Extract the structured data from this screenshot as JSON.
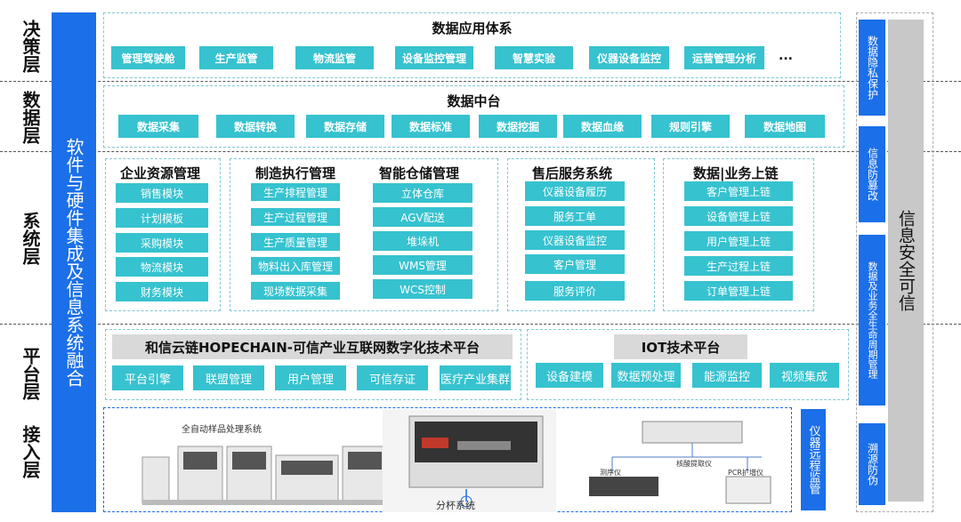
{
  "layers": {
    "decision": "决策层",
    "data": "数据层",
    "system": "系统层",
    "platform": "平台层",
    "access": "接入层"
  },
  "integration_bar": "软件与硬件集成及信息系统融合",
  "data_app": {
    "title": "数据应用体系",
    "items": [
      "管理驾驶舱",
      "生产监管",
      "物流监管",
      "设备监控管理",
      "智慧实验",
      "仪器设备监控",
      "运营管理分析"
    ],
    "more": "..."
  },
  "data_center": {
    "title": "数据中台",
    "items": [
      "数据采集",
      "数据转换",
      "数据存储",
      "数据标准",
      "数据挖掘",
      "数据血缘",
      "规则引擎",
      "数据地图"
    ]
  },
  "systems": {
    "erp": {
      "title": "企业资源管理",
      "items": [
        "销售模块",
        "计划模板",
        "采购模块",
        "物流模块",
        "财务模块"
      ]
    },
    "mes": {
      "title": "制造执行管理",
      "items": [
        "生产排程管理",
        "生产过程管理",
        "生产质量管理",
        "物料出入库管理",
        "现场数据采集"
      ]
    },
    "wms": {
      "title": "智能仓储管理",
      "items": [
        "立体仓库",
        "AGV配送",
        "堆垛机",
        "WMS管理",
        "WCS控制"
      ]
    },
    "after_sales": {
      "title": "售后服务系统",
      "items": [
        "仪器设备履历",
        "服务工单",
        "仪器设备监控",
        "客户管理",
        "服务评价"
      ]
    },
    "chain": {
      "title": "数据|业务上链",
      "items": [
        "客户管理上链",
        "设备管理上链",
        "用户管理上链",
        "生产过程上链",
        "订单管理上链"
      ]
    }
  },
  "platform": {
    "hopechain": {
      "title": "和信云链HOPECHAIN-可信产业互联网数字化技术平台",
      "items": [
        "平台引擎",
        "联盟管理",
        "用户管理",
        "可信存证",
        "医疗产业集群"
      ]
    },
    "iot": {
      "title": "IOT技术平台",
      "items": [
        "设备建模",
        "数据预处理",
        "能源监控",
        "视频集成"
      ]
    }
  },
  "access": {
    "image1_caption": "全自动样品处理系统",
    "image2_caption": "分杯系统",
    "image3_labels": [
      "核酸提取仪",
      "PCR扩增仪",
      "测序仪"
    ],
    "remote": "仪器远程监管"
  },
  "security": {
    "title": "信息安全可信",
    "items": [
      "数据隐私保护",
      "信息防篡改",
      "数据及业务全生命周期管理",
      "溯源防伪"
    ]
  }
}
